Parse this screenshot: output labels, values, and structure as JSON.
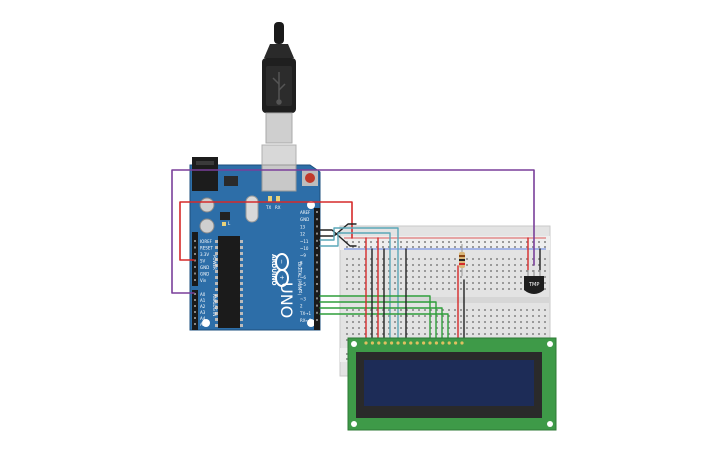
{
  "board": {
    "brand": "ARDUINO",
    "model": "UNO",
    "pins_power": [
      "IOREF",
      "RESET",
      "3.3V",
      "5V",
      "GND",
      "GND",
      "Vin"
    ],
    "power_label": "POWER",
    "pins_analog": [
      "A0",
      "A1",
      "A2",
      "A3",
      "A4",
      "A5"
    ],
    "analog_label": "ANALOG IN",
    "pins_digital": [
      "AREF",
      "GND",
      "13",
      "12",
      "~11",
      "~10",
      "~9",
      "8",
      "7",
      "~6",
      "~5",
      "4",
      "~3",
      "2",
      "TX→1",
      "RX←0"
    ],
    "digital_label": "DIGITAL (PWM~)",
    "led_labels": [
      "TX",
      "RX",
      "L"
    ]
  },
  "sensor": {
    "label": "TMP"
  },
  "lcd": {
    "pin_count": 16
  },
  "colors": {
    "board": "#2d6ea8",
    "board_dark": "#1d4f7d",
    "wire_red": "#d62a2a",
    "wire_black": "#222222",
    "wire_purple": "#7a3f9a",
    "wire_green": "#2e9e3a",
    "wire_teal": "#5aa7b8",
    "lcd_pcb": "#3e9a48",
    "lcd_screen": "#1d2c57"
  }
}
